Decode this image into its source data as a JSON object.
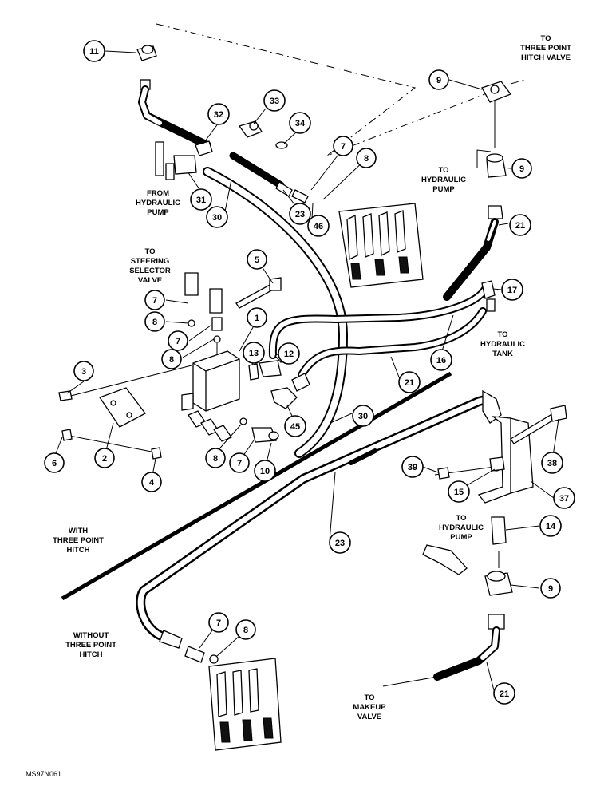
{
  "callouts": [
    {
      "id": "c11",
      "text": "11"
    },
    {
      "id": "c9a",
      "text": "9"
    },
    {
      "id": "c33",
      "text": "33"
    },
    {
      "id": "c32",
      "text": "32"
    },
    {
      "id": "c34",
      "text": "34"
    },
    {
      "id": "c7a",
      "text": "7"
    },
    {
      "id": "c8a",
      "text": "8"
    },
    {
      "id": "c9b",
      "text": "9"
    },
    {
      "id": "c31",
      "text": "31"
    },
    {
      "id": "c30a",
      "text": "30"
    },
    {
      "id": "c23a",
      "text": "23"
    },
    {
      "id": "c46",
      "text": "46"
    },
    {
      "id": "c21a",
      "text": "21"
    },
    {
      "id": "c5",
      "text": "5"
    },
    {
      "id": "c7b",
      "text": "7"
    },
    {
      "id": "c8b",
      "text": "8"
    },
    {
      "id": "c1",
      "text": "1"
    },
    {
      "id": "c7c",
      "text": "7"
    },
    {
      "id": "c8c",
      "text": "8"
    },
    {
      "id": "c13",
      "text": "13"
    },
    {
      "id": "c12",
      "text": "12"
    },
    {
      "id": "c17",
      "text": "17"
    },
    {
      "id": "c16",
      "text": "16"
    },
    {
      "id": "c21b",
      "text": "21"
    },
    {
      "id": "c3",
      "text": "3"
    },
    {
      "id": "c45",
      "text": "45"
    },
    {
      "id": "c30b",
      "text": "30"
    },
    {
      "id": "c6",
      "text": "6"
    },
    {
      "id": "c2",
      "text": "2"
    },
    {
      "id": "c4",
      "text": "4"
    },
    {
      "id": "c8d",
      "text": "8"
    },
    {
      "id": "c7d",
      "text": "7"
    },
    {
      "id": "c10",
      "text": "10"
    },
    {
      "id": "c38",
      "text": "38"
    },
    {
      "id": "c39",
      "text": "39"
    },
    {
      "id": "c15",
      "text": "15"
    },
    {
      "id": "c37",
      "text": "37"
    },
    {
      "id": "c23b",
      "text": "23"
    },
    {
      "id": "c14",
      "text": "14"
    },
    {
      "id": "c9c",
      "text": "9"
    },
    {
      "id": "c7e",
      "text": "7"
    },
    {
      "id": "c8e",
      "text": "8"
    },
    {
      "id": "c21c",
      "text": "21"
    }
  ],
  "labels": {
    "to_three_point_hitch_valve": [
      "TO",
      "THREE POINT",
      "HITCH VALVE"
    ],
    "to_hydraulic_pump_top": [
      "TO",
      "HYDRAULIC",
      "PUMP"
    ],
    "from_hydraulic_pump": [
      "FROM",
      "HYDRAULIC",
      "PUMP"
    ],
    "to_steering_selector_valve": [
      "TO",
      "STEERING",
      "SELECTOR",
      "VALVE"
    ],
    "to_hydraulic_tank": [
      "TO",
      "HYDRAULIC",
      "TANK"
    ],
    "with_three_point_hitch": [
      "WITH",
      "THREE POINT",
      "HITCH"
    ],
    "to_hydraulic_pump_bottom": [
      "TO",
      "HYDRAULIC",
      "PUMP"
    ],
    "without_three_point_hitch": [
      "WITHOUT",
      "THREE POINT",
      "HITCH"
    ],
    "to_makeup_valve": [
      "TO",
      "MAKEUP",
      "VALVE"
    ]
  },
  "figure_id": "MS97N061"
}
